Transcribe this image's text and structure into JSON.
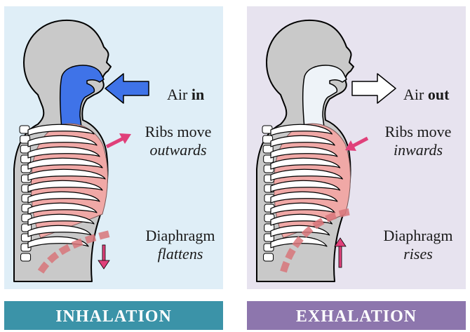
{
  "inhalation": {
    "panel_bg": "#dfeef7",
    "airway_color": "#3f73e8",
    "air_label": "Air",
    "air_label_bold": "in",
    "ribs_line1": "Ribs move",
    "ribs_line2": "outwards",
    "diaphragm_line1": "Diaphragm",
    "diaphragm_line2": "flattens",
    "banner": "INHALATION",
    "banner_color": "#3b93a8"
  },
  "exhalation": {
    "panel_bg": "#e7e3ef",
    "airway_color": "#eef3f8",
    "air_label": "Air",
    "air_label_bold": "out",
    "ribs_line1": "Ribs move",
    "ribs_line2": "inwards",
    "diaphragm_line1": "Diaphragm",
    "diaphragm_line2": "rises",
    "banner": "EXHALATION",
    "banner_color": "#8d76ad"
  },
  "colors": {
    "body": "#c9c9c9",
    "lungs": "#f0a8a6",
    "ribs": "#ffffff",
    "arrow": "#e0407a",
    "diaphragm": "#d8757a"
  }
}
